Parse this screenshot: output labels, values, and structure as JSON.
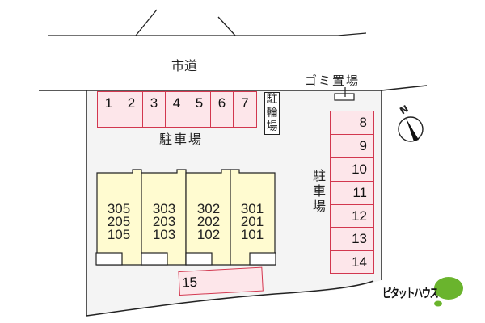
{
  "map": {
    "road_label": "市道",
    "garbage_label": "ゴミ置場",
    "bicycle_parking_label": "駐輪場",
    "parking_label_top": "駐車場",
    "parking_label_right": "駐車場",
    "compass_label": "N",
    "brand_logo_text": "ピタットハウス",
    "colors": {
      "parking_fill": "#fde6ea",
      "parking_border": "#d2374f",
      "building_fill": "#fffbd0",
      "lot_fill": "#f4f4f4",
      "logo_green": "#6ab42d"
    },
    "parking_top": [
      "1",
      "2",
      "3",
      "4",
      "5",
      "6",
      "7"
    ],
    "parking_right": [
      "8",
      "9",
      "10",
      "11",
      "12",
      "13",
      "14"
    ],
    "parking_bottom": "15",
    "buildings": [
      {
        "units": [
          "305",
          "205",
          "105"
        ]
      },
      {
        "units": [
          "303",
          "203",
          "103"
        ]
      },
      {
        "units": [
          "302",
          "202",
          "102"
        ]
      },
      {
        "units": [
          "301",
          "201",
          "101"
        ]
      }
    ]
  }
}
